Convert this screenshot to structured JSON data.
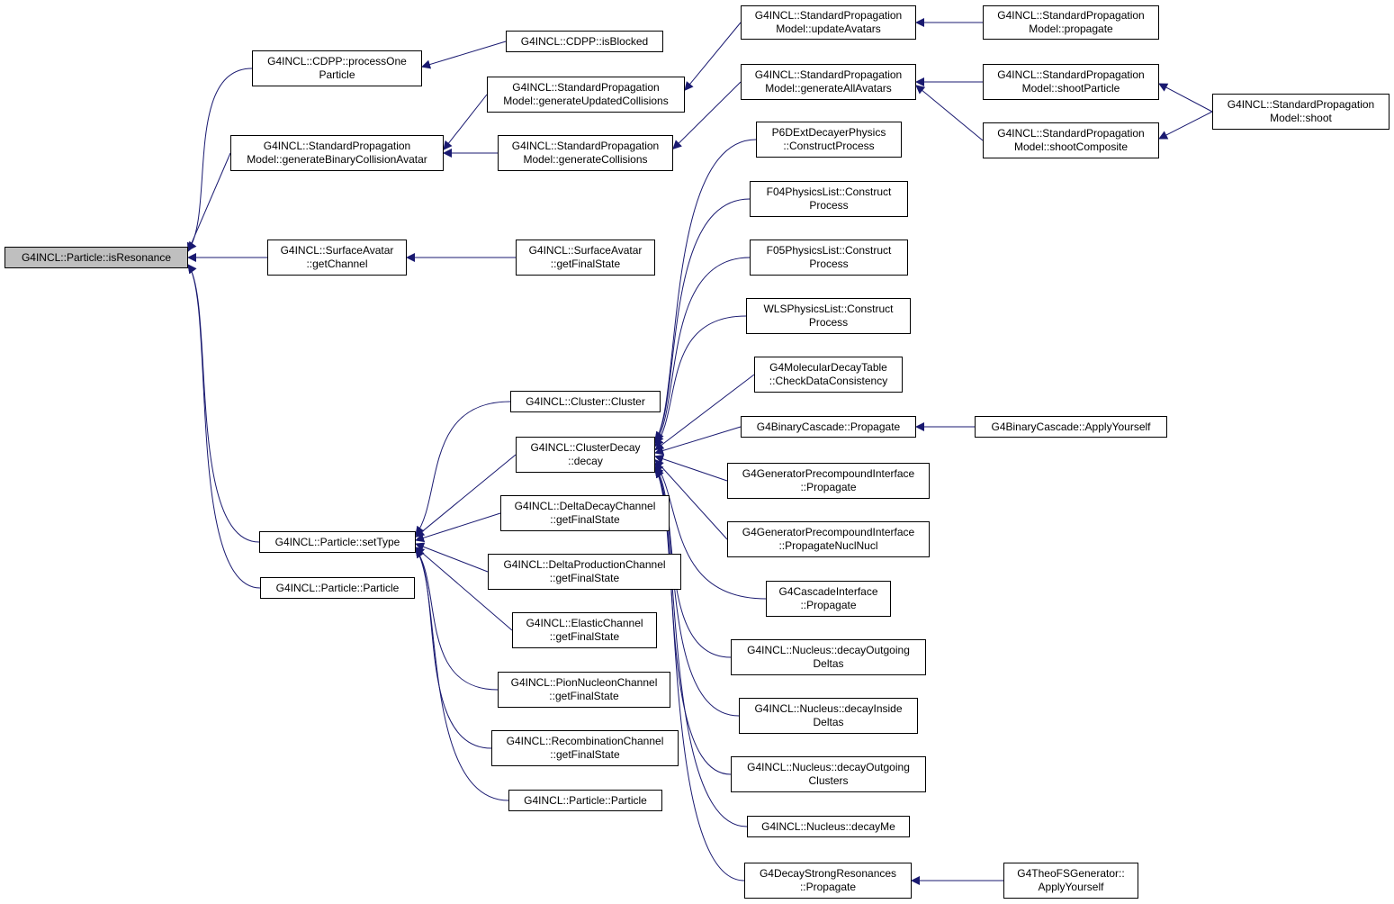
{
  "graph": {
    "root": "G4INCL::Particle::isResonance",
    "edge_color": "#191970",
    "root_fill": "#bfbfbf",
    "nodes": {
      "root": {
        "label": "G4INCL::Particle::isResonance"
      },
      "cdpp_po": {
        "label": "G4INCL::CDPP::processOne\nParticle"
      },
      "cdpp_ib": {
        "label": "G4INCL::CDPP::isBlocked"
      },
      "sp_gbca": {
        "label": "G4INCL::StandardPropagation\nModel::generateBinaryCollisionAvatar"
      },
      "sp_guc": {
        "label": "G4INCL::StandardPropagation\nModel::generateUpdatedCollisions"
      },
      "sp_ua": {
        "label": "G4INCL::StandardPropagation\nModel::updateAvatars"
      },
      "sp_prop": {
        "label": "G4INCL::StandardPropagation\nModel::propagate"
      },
      "sp_gc": {
        "label": "G4INCL::StandardPropagation\nModel::generateCollisions"
      },
      "sp_gaa": {
        "label": "G4INCL::StandardPropagation\nModel::generateAllAvatars"
      },
      "sp_sp": {
        "label": "G4INCL::StandardPropagation\nModel::shootParticle"
      },
      "sp_sc": {
        "label": "G4INCL::StandardPropagation\nModel::shootComposite"
      },
      "sp_shoot": {
        "label": "G4INCL::StandardPropagation\nModel::shoot"
      },
      "sa_gc": {
        "label": "G4INCL::SurfaceAvatar\n::getChannel"
      },
      "sa_gfs": {
        "label": "G4INCL::SurfaceAvatar\n::getFinalState"
      },
      "p_set": {
        "label": "G4INCL::Particle::setType"
      },
      "p_part": {
        "label": "G4INCL::Particle::Particle"
      },
      "cl_cl": {
        "label": "G4INCL::Cluster::Cluster"
      },
      "cd_dec": {
        "label": "G4INCL::ClusterDecay\n::decay"
      },
      "ddc": {
        "label": "G4INCL::DeltaDecayChannel\n::getFinalState"
      },
      "dpc": {
        "label": "G4INCL::DeltaProductionChannel\n::getFinalState"
      },
      "ec": {
        "label": "G4INCL::ElasticChannel\n::getFinalState"
      },
      "pnc": {
        "label": "G4INCL::PionNucleonChannel\n::getFinalState"
      },
      "rc": {
        "label": "G4INCL::RecombinationChannel\n::getFinalState"
      },
      "p_part2": {
        "label": "G4INCL::Particle::Particle"
      },
      "p6d": {
        "label": "P6DExtDecayerPhysics\n::ConstructProcess"
      },
      "f04": {
        "label": "F04PhysicsList::Construct\nProcess"
      },
      "f05": {
        "label": "F05PhysicsList::Construct\nProcess"
      },
      "wls": {
        "label": "WLSPhysicsList::Construct\nProcess"
      },
      "mdt": {
        "label": "G4MolecularDecayTable\n::CheckDataConsistency"
      },
      "bc_prop": {
        "label": "G4BinaryCascade::Propagate"
      },
      "bc_ay": {
        "label": "G4BinaryCascade::ApplyYourself"
      },
      "gpi_p": {
        "label": "G4GeneratorPrecompoundInterface\n::Propagate"
      },
      "gpi_pnn": {
        "label": "G4GeneratorPrecompoundInterface\n::PropagateNuclNucl"
      },
      "ci_p": {
        "label": "G4CascadeInterface\n::Propagate"
      },
      "n_dod": {
        "label": "G4INCL::Nucleus::decayOutgoing\nDeltas"
      },
      "n_did": {
        "label": "G4INCL::Nucleus::decayInside\nDeltas"
      },
      "n_doc": {
        "label": "G4INCL::Nucleus::decayOutgoing\nClusters"
      },
      "n_dme": {
        "label": "G4INCL::Nucleus::decayMe"
      },
      "dsr": {
        "label": "G4DecayStrongResonances\n::Propagate"
      },
      "tfs": {
        "label": "G4TheoFSGenerator::\nApplyYourself"
      }
    },
    "edges": [
      [
        "cdpp_po",
        "root"
      ],
      [
        "sp_gbca",
        "root"
      ],
      [
        "sa_gc",
        "root"
      ],
      [
        "p_set",
        "root"
      ],
      [
        "p_part",
        "root"
      ],
      [
        "cdpp_ib",
        "cdpp_po"
      ],
      [
        "sp_guc",
        "sp_gbca"
      ],
      [
        "sp_gc",
        "sp_gbca"
      ],
      [
        "sp_ua",
        "sp_guc"
      ],
      [
        "sp_gaa",
        "sp_gc"
      ],
      [
        "sp_prop",
        "sp_ua"
      ],
      [
        "sp_sp",
        "sp_gaa"
      ],
      [
        "sp_sc",
        "sp_gaa"
      ],
      [
        "sp_shoot",
        "sp_sp"
      ],
      [
        "sp_shoot",
        "sp_sc"
      ],
      [
        "sa_gfs",
        "sa_gc"
      ],
      [
        "cl_cl",
        "p_set"
      ],
      [
        "cd_dec",
        "p_set"
      ],
      [
        "ddc",
        "p_set"
      ],
      [
        "dpc",
        "p_set"
      ],
      [
        "ec",
        "p_set"
      ],
      [
        "pnc",
        "p_set"
      ],
      [
        "rc",
        "p_set"
      ],
      [
        "p_part2",
        "p_set"
      ],
      [
        "p6d",
        "cd_dec"
      ],
      [
        "f04",
        "cd_dec"
      ],
      [
        "f05",
        "cd_dec"
      ],
      [
        "wls",
        "cd_dec"
      ],
      [
        "mdt",
        "cd_dec"
      ],
      [
        "bc_prop",
        "cd_dec"
      ],
      [
        "gpi_p",
        "cd_dec"
      ],
      [
        "gpi_pnn",
        "cd_dec"
      ],
      [
        "ci_p",
        "cd_dec"
      ],
      [
        "n_dod",
        "cd_dec"
      ],
      [
        "n_did",
        "cd_dec"
      ],
      [
        "n_doc",
        "cd_dec"
      ],
      [
        "n_dme",
        "cd_dec"
      ],
      [
        "dsr",
        "cd_dec"
      ],
      [
        "bc_ay",
        "bc_prop"
      ],
      [
        "tfs",
        "dsr"
      ]
    ]
  }
}
